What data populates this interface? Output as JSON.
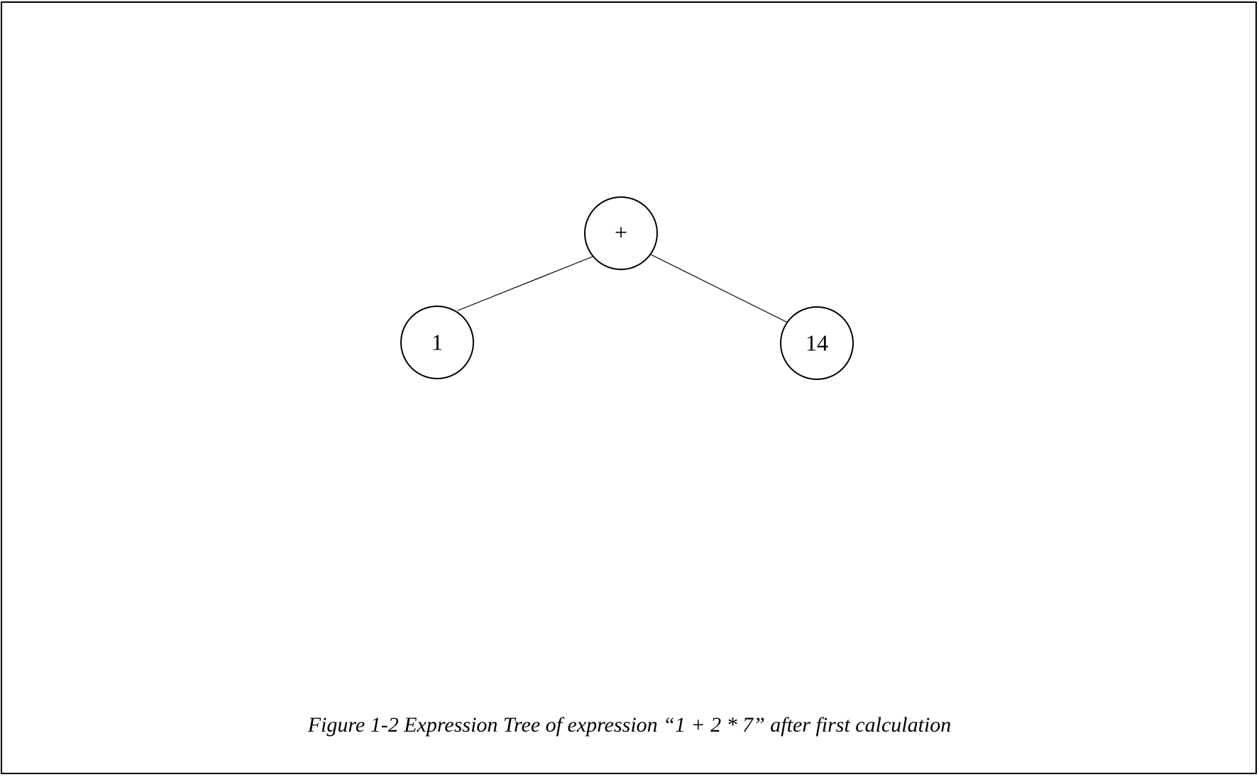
{
  "diagram": {
    "nodes": [
      {
        "id": "root",
        "label": "+"
      },
      {
        "id": "left",
        "label": "1"
      },
      {
        "id": "right",
        "label": "14"
      }
    ],
    "edges": [
      {
        "from": "root",
        "to": "left"
      },
      {
        "from": "root",
        "to": "right"
      }
    ],
    "caption": "Figure 1-2 Expression Tree of expression “1 + 2 * 7” after first calculation"
  }
}
